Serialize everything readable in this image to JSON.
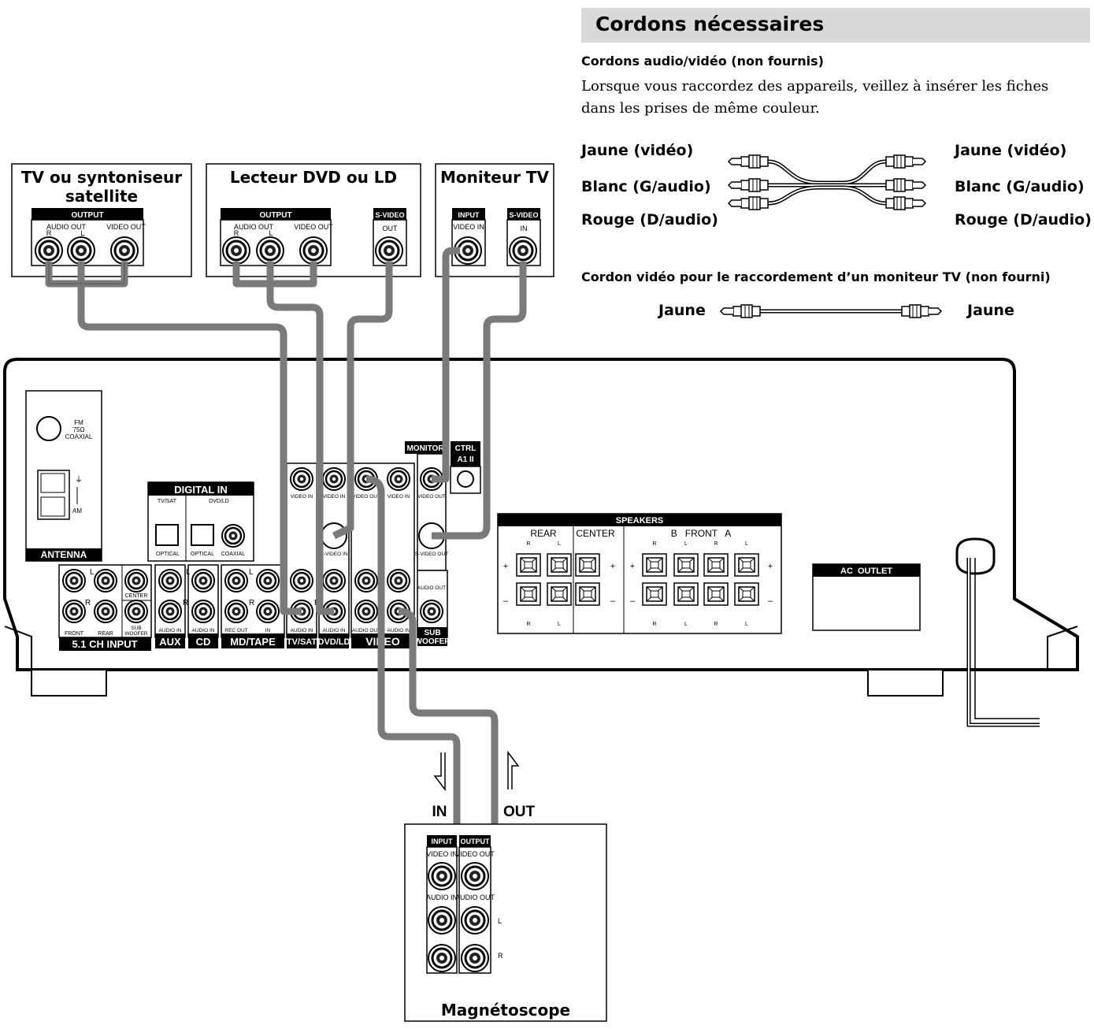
{
  "header": {
    "title": "Cordons nécessaires",
    "sub1": "Cordons audio/vidéo (non fournis)",
    "paragraph": "Lorsque vous raccordez des appareils, veillez à insérer les fiches dans les prises de même couleur.",
    "sub2": "Cordon vidéo pour le raccordement d’un moniteur TV (non fourni)"
  },
  "cable_labels": {
    "jaune_video": "Jaune (vidéo)",
    "blanc_audio": "Blanc (G/audio)",
    "rouge_audio": "Rouge (D/audio)",
    "jaune": "Jaune"
  },
  "devices": {
    "tv_sat": "TV ou syntoniseur satellite",
    "dvd": "Lecteur DVD ou LD",
    "monitor": "Moniteur TV",
    "vcr": "Magnétoscope"
  },
  "arrows": {
    "in": "IN",
    "out": "OUT"
  },
  "jacks": {
    "output": "OUTPUT",
    "input": "INPUT",
    "s_video": "S-VIDEO",
    "audio_out": "AUDIO OUT",
    "video_out_2l": "VIDEO OUT",
    "r": "R",
    "l": "L",
    "out": "OUT",
    "in": "IN",
    "video_in_2l": "VIDEO IN",
    "audio_in_2l": "AUDIO IN",
    "audio_out_2l": "AUDIO OUT"
  },
  "receiver": {
    "fm": "FM",
    "ohm": "75Ω",
    "coaxial": "COAXIAL",
    "am": "AM",
    "antenna": "ANTENNA",
    "digital_in": "DIGITAL IN",
    "tvsat_small": "TV/SAT",
    "dvdld_small": "DVD/LD",
    "optical": "OPTICAL",
    "coaxial_small": "COAXIAL",
    "ch51": "5.1 CH INPUT",
    "center": "CENTER",
    "front": "FRONT",
    "rear_small": "REAR",
    "sub_woofer_small": "SUB WOOFER",
    "aux": "AUX",
    "cd": "CD",
    "mdtape": "MD/TAPE",
    "tvsat": "TV/SAT",
    "dvdld": "DVD/LD",
    "video": "VIDEO",
    "monitor": "MONITOR",
    "ctrl": "CTRL",
    "a1": "A1 II",
    "video_in_small": "VIDEO IN",
    "video_out_small": "VIDEO OUT",
    "audio_in_small": "AUDIO IN",
    "audio_out_small": "AUDIO OUT",
    "svideo_in_small": "S-VIDEO IN",
    "svideo_out_small": "S-VIDEO OUT",
    "rec_out": "REC OUT",
    "in_small": "IN",
    "sub": "SUB",
    "woofer": "WOOFER",
    "audio_out_sw": "AUDIO OUT",
    "speakers": "SPEAKERS",
    "rear": "REAR",
    "center_big": "CENTER",
    "b_front_a": "B   FRONT   A",
    "ac_outlet": "AC  OUTLET"
  }
}
